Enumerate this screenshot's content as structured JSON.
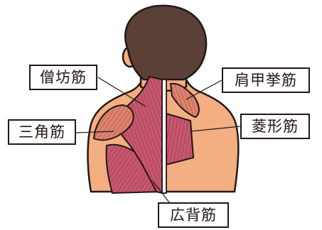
{
  "labels": {
    "trapezius": "僧坊筋",
    "deltoid": "三角筋",
    "levator_scapulae": "肩甲挙筋",
    "rhomboid": "菱形筋",
    "latissimus_dorsi": "広背筋"
  },
  "colors": {
    "skin": "#f3ae82",
    "hair": "#5a4036",
    "muscle": "#c9566e",
    "muscle_alt": "#e0826f",
    "outline": "#231815"
  }
}
